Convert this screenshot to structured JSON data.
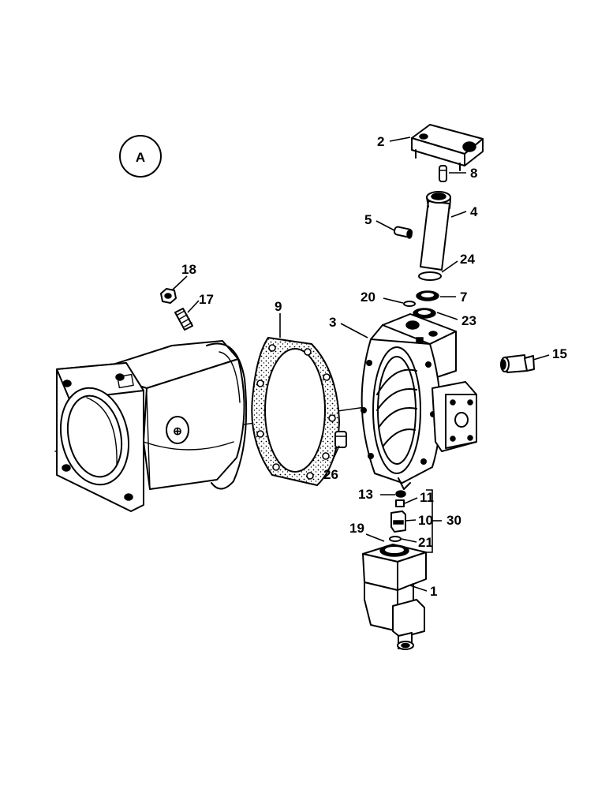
{
  "view_badge": "A",
  "callouts": {
    "c1": "1",
    "c2": "2",
    "c3": "3",
    "c4": "4",
    "c5": "5",
    "c7": "7",
    "c8": "8",
    "c9": "9",
    "c10": "10",
    "c11": "11",
    "c13": "13",
    "c15": "15",
    "c17": "17",
    "c18": "18",
    "c19": "19",
    "c20": "20",
    "c21": "21",
    "c23": "23",
    "c24": "24",
    "c26": "26",
    "c30": "30"
  }
}
